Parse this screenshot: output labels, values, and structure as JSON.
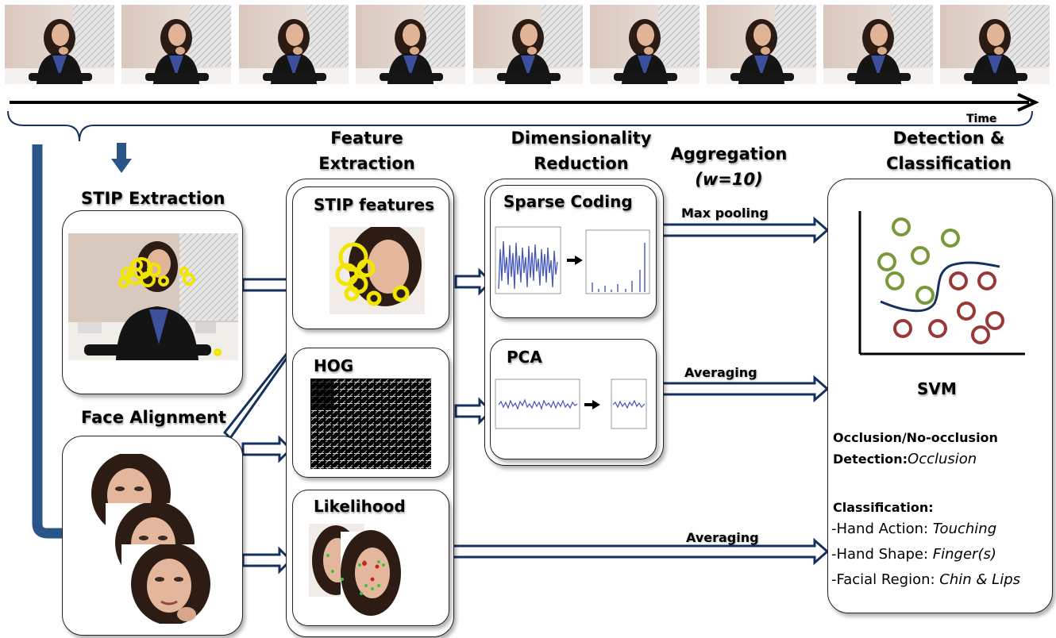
{
  "timeline": {
    "time_label": "Time",
    "frame_count": 9
  },
  "stages": {
    "stip_extraction": "STIP Extraction",
    "face_alignment": "Face Alignment",
    "feature_extraction": [
      "Feature",
      "Extraction"
    ],
    "dimensionality_reduction": [
      "Dimensionality",
      "Reduction"
    ],
    "aggregation": "Aggregation",
    "aggregation_param": "(w=10)",
    "detection_classification": [
      "Detection &",
      "Classification"
    ]
  },
  "features": {
    "stip": "STIP features",
    "hog": "HOG",
    "likelihood": "Likelihood"
  },
  "reduction": {
    "sparse": "Sparse Coding",
    "pca": "PCA"
  },
  "pooling": {
    "max": "Max pooling",
    "avg1": "Averaging",
    "avg2": "Averaging"
  },
  "classifier": {
    "name": "SVM",
    "detection_title": "Occlusion/No-occlusion",
    "detection_label": "Detection:",
    "detection_value": "Occlusion",
    "classification_title": "Classification:",
    "items": [
      {
        "label": "-Hand Action: ",
        "value": "Touching"
      },
      {
        "label": "-Hand Shape: ",
        "value": "Finger(s)"
      },
      {
        "label": "-Facial Region: ",
        "value": "Chin & Lips"
      }
    ]
  },
  "colors": {
    "arrow_navy": "#16305e",
    "flow_blue": "#2a5588",
    "green_class": "#77993a",
    "red_class": "#9a3838",
    "stip_yellow": "#f2e600",
    "signal_blue": "#4455bb"
  }
}
